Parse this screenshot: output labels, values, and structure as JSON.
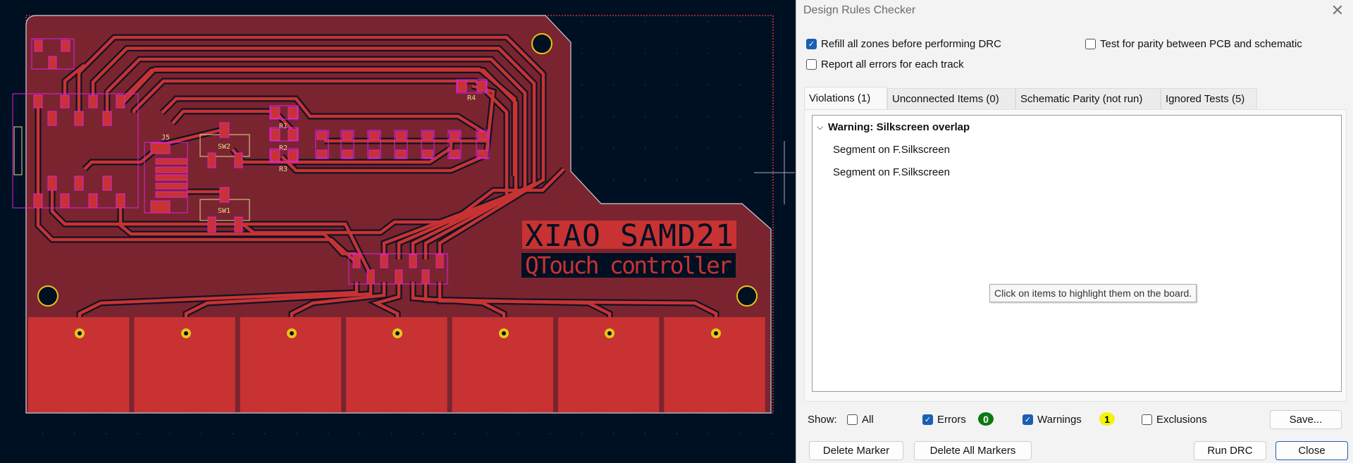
{
  "board": {
    "silk_title": "XIAO SAMD21",
    "silk_subtitle": "QTouch controller",
    "refs": {
      "R1": "R1",
      "R2": "R2",
      "R3": "R3",
      "R4": "R4",
      "J5": "J5",
      "SW1": "SW1",
      "SW2": "SW2"
    }
  },
  "colors": {
    "background": "#001023",
    "board": "#7a2430",
    "copper": "#c83232",
    "courtyard": "#e020e0",
    "silk": "#e8d88a",
    "hole": "#e6c619"
  },
  "dialog": {
    "title": "Design Rules Checker",
    "close_icon": "close-icon",
    "options": {
      "refill_zones": {
        "label": "Refill all zones before performing DRC",
        "checked": true
      },
      "test_parity": {
        "label": "Test for parity between PCB and schematic",
        "checked": false
      },
      "report_all": {
        "label": "Report all errors for each track",
        "checked": false
      }
    },
    "tabs": [
      {
        "label": "Violations (1)",
        "selected": true
      },
      {
        "label": "Unconnected Items (0)"
      },
      {
        "label": "Schematic Parity (not run)"
      },
      {
        "label": "Ignored Tests (5)"
      }
    ],
    "violations": {
      "group": "Warning: Silkscreen overlap",
      "items": [
        "Segment on F.Silkscreen",
        "Segment on F.Silkscreen"
      ]
    },
    "tooltip": "Click on items to highlight them on the board.",
    "show": {
      "label": "Show:",
      "all": "All",
      "errors": "Errors",
      "errors_count": "0",
      "warnings": "Warnings",
      "warnings_count": "1",
      "exclusions": "Exclusions"
    },
    "buttons": {
      "save": "Save...",
      "delete_marker": "Delete Marker",
      "delete_all": "Delete All Markers",
      "run": "Run DRC",
      "close": "Close"
    }
  }
}
